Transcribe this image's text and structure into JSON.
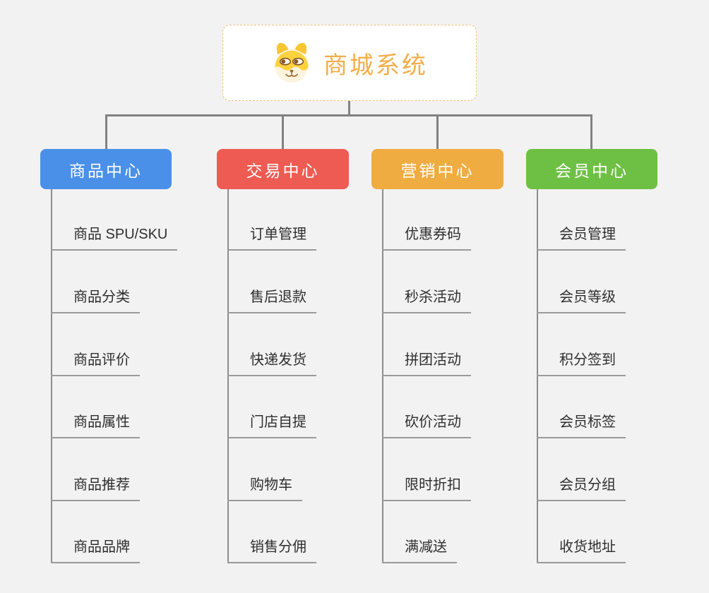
{
  "page": {
    "background": "#f2f2f2",
    "connector_color": "#828282"
  },
  "root": {
    "title": "商城系统",
    "title_color": "#f2ae4a",
    "border_color": "#f2c078",
    "background": "#ffffff",
    "icon": "shiba-dog-icon"
  },
  "branches": [
    {
      "label": "商品中心",
      "color": "#4a90e8",
      "items": [
        "商品 SPU/SKU",
        "商品分类",
        "商品评价",
        "商品属性",
        "商品推荐",
        "商品品牌"
      ]
    },
    {
      "label": "交易中心",
      "color": "#ee5b52",
      "items": [
        "订单管理",
        "售后退款",
        "快递发货",
        "门店自提",
        "购物车",
        "销售分佣"
      ]
    },
    {
      "label": "营销中心",
      "color": "#efac41",
      "items": [
        "优惠券码",
        "秒杀活动",
        "拼团活动",
        "砍价活动",
        "限时折扣",
        "满减送"
      ]
    },
    {
      "label": "会员中心",
      "color": "#6ec044",
      "items": [
        "会员管理",
        "会员等级",
        "积分签到",
        "会员标签",
        "会员分组",
        "收货地址"
      ]
    }
  ]
}
